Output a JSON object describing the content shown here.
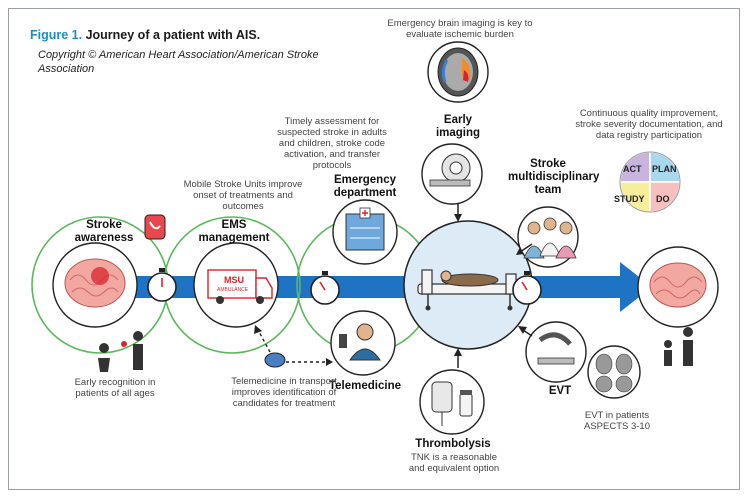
{
  "figure": {
    "label": "Figure 1.",
    "title": "Journey of a patient with AIS.",
    "copyright": "Copyright © American Heart Association/American Stroke Association"
  },
  "stages": {
    "stroke_awareness": {
      "heading": "Stroke awareness",
      "note": "Early recognition in patients of all ages"
    },
    "ems": {
      "heading": "EMS management",
      "note": "Mobile Stroke Units improve onset of treatments and outcomes",
      "msu_label": "MSU",
      "ambulance_label": "AMBULANCE"
    },
    "emergency_department": {
      "heading": "Emergency department",
      "note": "Timely assessment for suspected stroke in adults and children, stroke code activation, and transfer protocols"
    },
    "early_imaging": {
      "heading": "Early imaging",
      "note": "Emergency brain imaging is key to evaluate ischemic burden"
    },
    "stroke_team": {
      "heading": "Stroke multidisciplinary team"
    },
    "quality": {
      "note": "Continuous quality improvement, stroke severity documentation, and data registry participation",
      "quadrants": [
        "ACT",
        "PLAN",
        "STUDY",
        "DO"
      ]
    },
    "telemedicine": {
      "heading": "Telemedicine",
      "note": "Telemedicine in transport improves identification of candidates for treatment"
    },
    "thrombolysis": {
      "heading": "Thrombolysis",
      "note": "TNK is a reasonable and equivalent option"
    },
    "evt": {
      "heading": "EVT",
      "note": "EVT in patients ASPECTS 3-10"
    }
  },
  "colors": {
    "arrow": "#1f73c4",
    "circle_ring": "#5cb85c",
    "brain": "#f2a7a0",
    "pdca_act": "#c9b4df",
    "pdca_plan": "#a9d8ee",
    "pdca_study": "#f6ee9a",
    "pdca_do": "#f6c0c0"
  }
}
